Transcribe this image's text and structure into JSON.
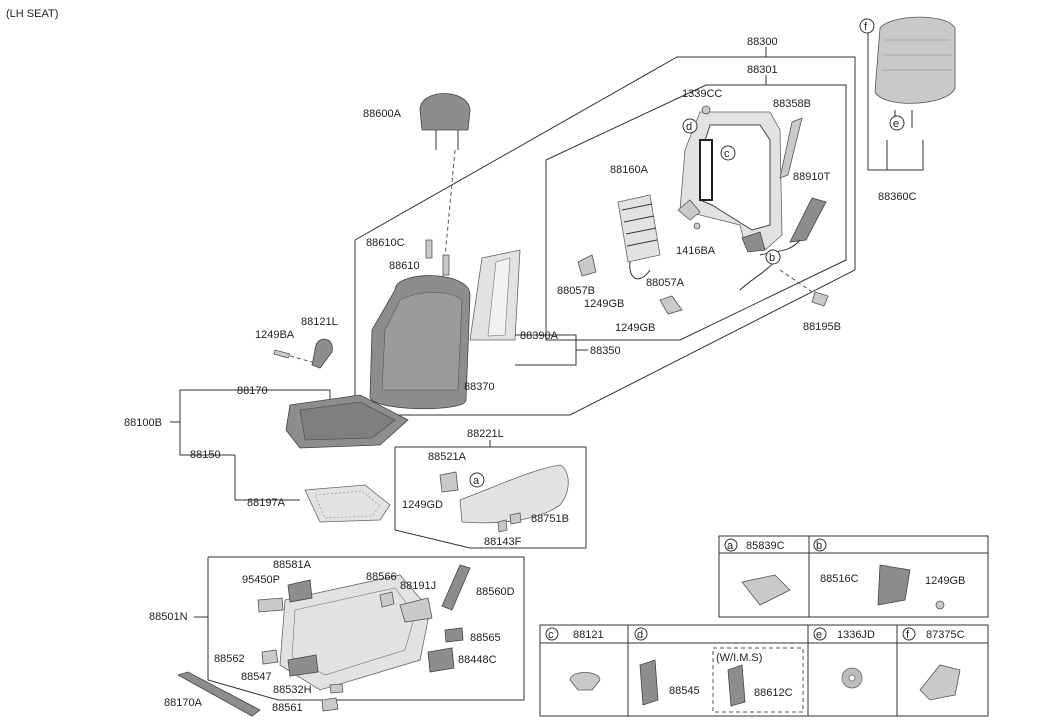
{
  "title": "(LH SEAT)",
  "callouts": {
    "a": "a",
    "b": "b",
    "c": "c",
    "d": "d",
    "e": "e",
    "f": "f"
  },
  "labels": {
    "p88300": "88300",
    "p88301": "88301",
    "p1339CC": "1339CC",
    "p88358B": "88358B",
    "p88160A": "88160A",
    "p88910T": "88910T",
    "p1416BA": "1416BA",
    "p88057B": "88057B",
    "p88057A": "88057A",
    "p1249GB_a": "1249GB",
    "p1249GB_b": "1249GB",
    "p88195B": "88195B",
    "p88360C": "88360C",
    "p88600A": "88600A",
    "p88610C": "88610C",
    "p88610": "88610",
    "p88390A": "88390A",
    "p88350": "88350",
    "p88370": "88370",
    "p88121L": "88121L",
    "p1249BA": "1249BA",
    "p88170": "88170",
    "p88100B": "88100B",
    "p88150": "88150",
    "p88197A": "88197A",
    "p88221L": "88221L",
    "p88521A": "88521A",
    "p1249GD": "1249GD",
    "p88751B": "88751B",
    "p88143F": "88143F",
    "p88581A": "88581A",
    "p95450P": "95450P",
    "p88566": "88566",
    "p88191J": "88191J",
    "p88560D": "88560D",
    "p88501N": "88501N",
    "p88565": "88565",
    "p88562": "88562",
    "p88448C": "88448C",
    "p88547": "88547",
    "p88532H": "88532H",
    "p88170A": "88170A",
    "p88561": "88561"
  },
  "table_top": {
    "cell_a_num": "85839C",
    "cell_b_num": "88516C",
    "cell_b_num2": "1249GB"
  },
  "table_bottom": {
    "cell_c_num": "88121",
    "cell_d_num": "88545",
    "cell_d_option": "(W/I.M.S)",
    "cell_d_num2": "88612C",
    "cell_e_num": "1336JD",
    "cell_f_num": "87375C"
  }
}
